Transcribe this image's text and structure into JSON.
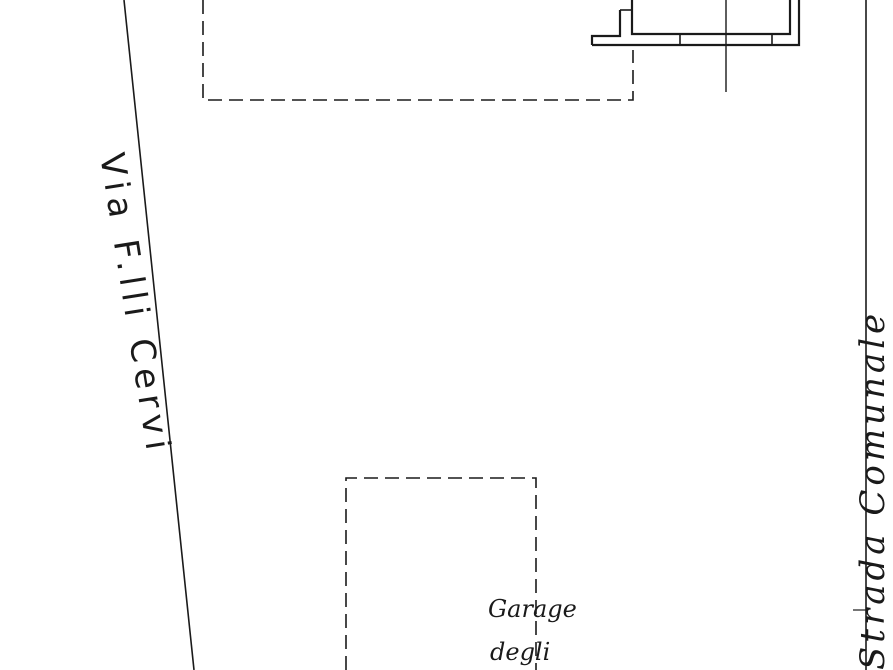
{
  "labels": {
    "street_left": "Via F.lli Cervi",
    "street_right": "Strada Comunale",
    "garage_line1": "Garage",
    "garage_line2": "degli"
  },
  "colors": {
    "ink": "#1a1a1a",
    "paper": "#ffffff"
  }
}
